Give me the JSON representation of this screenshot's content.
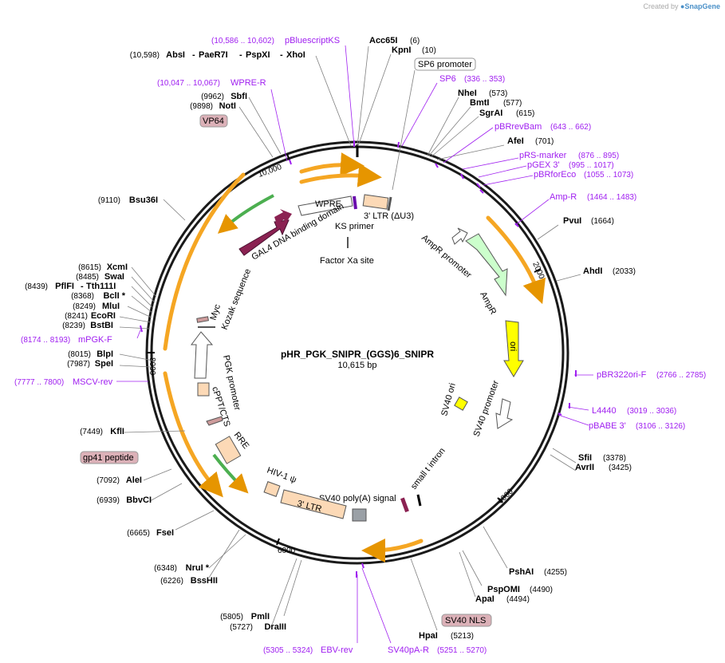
{
  "branding": {
    "created_by": "Created by",
    "app": "SnapGene"
  },
  "plasmid": {
    "name": "pHR_PGK_SNIPR_(GGS)6_SNIPR",
    "size": "10,615 bp"
  },
  "ticks": [
    "2000",
    "4000",
    "6000",
    "8000",
    "10,000"
  ],
  "sites": [
    {
      "name": "Acc65I",
      "pos": "(6)"
    },
    {
      "name": "KpnI",
      "pos": "(10)"
    },
    {
      "name": "NheI",
      "pos": "(573)"
    },
    {
      "name": "BmtI",
      "pos": "(577)"
    },
    {
      "name": "SgrAI",
      "pos": "(615)"
    },
    {
      "name": "AfeI",
      "pos": "(701)"
    },
    {
      "name": "PvuI",
      "pos": "(1664)"
    },
    {
      "name": "AhdI",
      "pos": "(2033)"
    },
    {
      "name": "SfiI",
      "pos": "(3378)"
    },
    {
      "name": "AvrII",
      "pos": "(3425)"
    },
    {
      "name": "PshAI",
      "pos": "(4255)"
    },
    {
      "name": "PspOMI",
      "pos": "(4490)"
    },
    {
      "name": "ApaI",
      "pos": "(4494)"
    },
    {
      "name": "HpaI",
      "pos": "(5213)"
    },
    {
      "name": "PmlI",
      "pos": "(5805)"
    },
    {
      "name": "DraIII",
      "pos": "(5727)"
    },
    {
      "name": "NruI *",
      "pos": "(6348)"
    },
    {
      "name": "BssHII",
      "pos": "(6226)"
    },
    {
      "name": "FseI",
      "pos": "(6665)"
    },
    {
      "name": "BbvCI",
      "pos": "(6939)"
    },
    {
      "name": "AleI",
      "pos": "(7092)"
    },
    {
      "name": "KflI",
      "pos": "(7449)"
    },
    {
      "name": "SpeI",
      "pos": "(7987)"
    },
    {
      "name": "BlpI",
      "pos": "(8015)"
    },
    {
      "name": "BstBI",
      "pos": "(8239)"
    },
    {
      "name": "EcoRI",
      "pos": "(8241)"
    },
    {
      "name": "MluI",
      "pos": "(8249)"
    },
    {
      "name": "BclI *",
      "pos": "(8368)"
    },
    {
      "name": "PflFI",
      "pos": "(8439)"
    },
    {
      "name": "Tth111I",
      "pos": ""
    },
    {
      "name": "SwaI",
      "pos": "(8485)"
    },
    {
      "name": "XcmI",
      "pos": "(8615)"
    },
    {
      "name": "Bsu36I",
      "pos": "(9110)"
    },
    {
      "name": "NotI",
      "pos": "(9898)"
    },
    {
      "name": "SbfI",
      "pos": "(9962)"
    },
    {
      "name": "AbsI",
      "pos": "(10,598)"
    },
    {
      "name": "PaeR7I",
      "pos": ""
    },
    {
      "name": "PspXI",
      "pos": ""
    },
    {
      "name": "XhoI",
      "pos": ""
    }
  ],
  "primers": [
    {
      "name": "pBluescriptKS",
      "range": "(10,586 .. 10,602)"
    },
    {
      "name": "WPRE-R",
      "range": "(10,047 .. 10,067)"
    },
    {
      "name": "SP6",
      "range": "(336 .. 353)"
    },
    {
      "name": "pBRrevBam",
      "range": "(643 .. 662)"
    },
    {
      "name": "pRS-marker",
      "range": "(876 .. 895)"
    },
    {
      "name": "pGEX 3'",
      "range": "(995 .. 1017)"
    },
    {
      "name": "pBRforEco",
      "range": "(1055 .. 1073)"
    },
    {
      "name": "Amp-R",
      "range": "(1464 .. 1483)"
    },
    {
      "name": "pBR322ori-F",
      "range": "(2766 .. 2785)"
    },
    {
      "name": "L4440",
      "range": "(3019 .. 3036)"
    },
    {
      "name": "pBABE 3'",
      "range": "(3106 .. 3126)"
    },
    {
      "name": "EBV-rev",
      "range": "(5305 .. 5324)"
    },
    {
      "name": "SV40pA-R",
      "range": "(5251 .. 5270)"
    },
    {
      "name": "mPGK-F",
      "range": "(8174 .. 8193)"
    },
    {
      "name": "MSCV-rev",
      "range": "(7777 .. 7800)"
    }
  ],
  "boxed_features": [
    "SP6 promoter",
    "VP64",
    "gp41 peptide",
    "SV40 NLS"
  ],
  "inner_features": [
    "WPRE",
    "3' LTR (ΔU3)",
    "GAL4 DNA binding domain",
    "KS primer",
    "Factor Xa site",
    "AmpR promoter",
    "AmpR",
    "ori",
    "SV40 ori",
    "SV40 promoter",
    "small t intron",
    "SV40 poly(A) signal",
    "HIV-1 ψ",
    "3' LTR",
    "RRE",
    "cPPT/CTS",
    "PGK promoter",
    "Kozak sequence",
    "Myc"
  ],
  "colors": {
    "site": "#000000",
    "primer": "#a020f0",
    "orf": "#f5a623",
    "ring": "#1a1a1a",
    "ampR": "#ccffcc",
    "ori": "#ffff00",
    "ltr": "#fcd9b6",
    "gal4": "#8b2252"
  }
}
